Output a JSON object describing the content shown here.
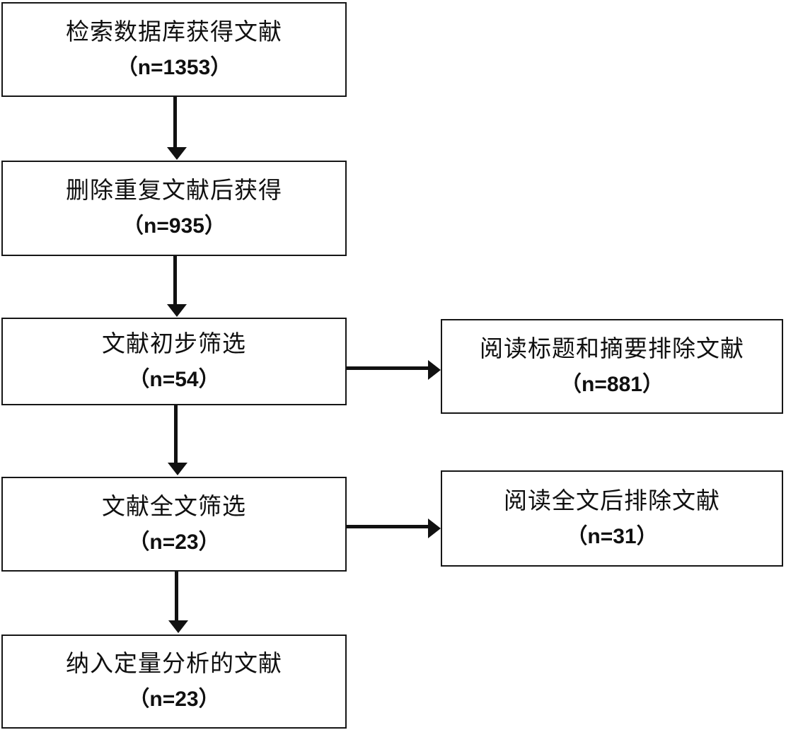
{
  "diagram": {
    "type": "flowchart",
    "orientation": "top-to-bottom with right-side exclusion branches",
    "nodes": [
      {
        "id": "records-identified",
        "title": "检索数据库获得文献",
        "count": "（n=1353）",
        "column": "left",
        "n": 1353
      },
      {
        "id": "after-duplicates",
        "title": "删除重复文献后获得",
        "count": "（n=935）",
        "column": "left",
        "n": 935
      },
      {
        "id": "initial-screen",
        "title": "文献初步筛选",
        "count": "（n=54）",
        "column": "left",
        "n": 54
      },
      {
        "id": "excluded-title-abstract",
        "title": "阅读标题和摘要排除文献",
        "count": "（n=881）",
        "column": "right",
        "n": 881
      },
      {
        "id": "fulltext-screen",
        "title": "文献全文筛选",
        "count": "（n=23）",
        "column": "left",
        "n": 23
      },
      {
        "id": "excluded-fulltext",
        "title": "阅读全文后排除文献",
        "count": "（n=31）",
        "column": "right",
        "n": 31
      },
      {
        "id": "included",
        "title": "纳入定量分析的文献",
        "count": "（n=23）",
        "column": "left",
        "n": 23
      }
    ],
    "edges": [
      {
        "id": "arrow-1",
        "from": "records-identified",
        "to": "after-duplicates",
        "direction": "down"
      },
      {
        "id": "arrow-2",
        "from": "after-duplicates",
        "to": "initial-screen",
        "direction": "down"
      },
      {
        "id": "arrow-3",
        "from": "initial-screen",
        "to": "fulltext-screen",
        "direction": "down"
      },
      {
        "id": "arrow-4",
        "from": "fulltext-screen",
        "to": "included",
        "direction": "down"
      },
      {
        "id": "arrow-side-1",
        "from": "initial-screen",
        "to": "excluded-title-abstract",
        "direction": "right"
      },
      {
        "id": "arrow-side-2",
        "from": "fulltext-screen",
        "to": "excluded-fulltext",
        "direction": "right"
      }
    ],
    "colors": {
      "border": "#161616",
      "text": "#101010",
      "background": "#ffffff",
      "connector": "#111111"
    }
  }
}
